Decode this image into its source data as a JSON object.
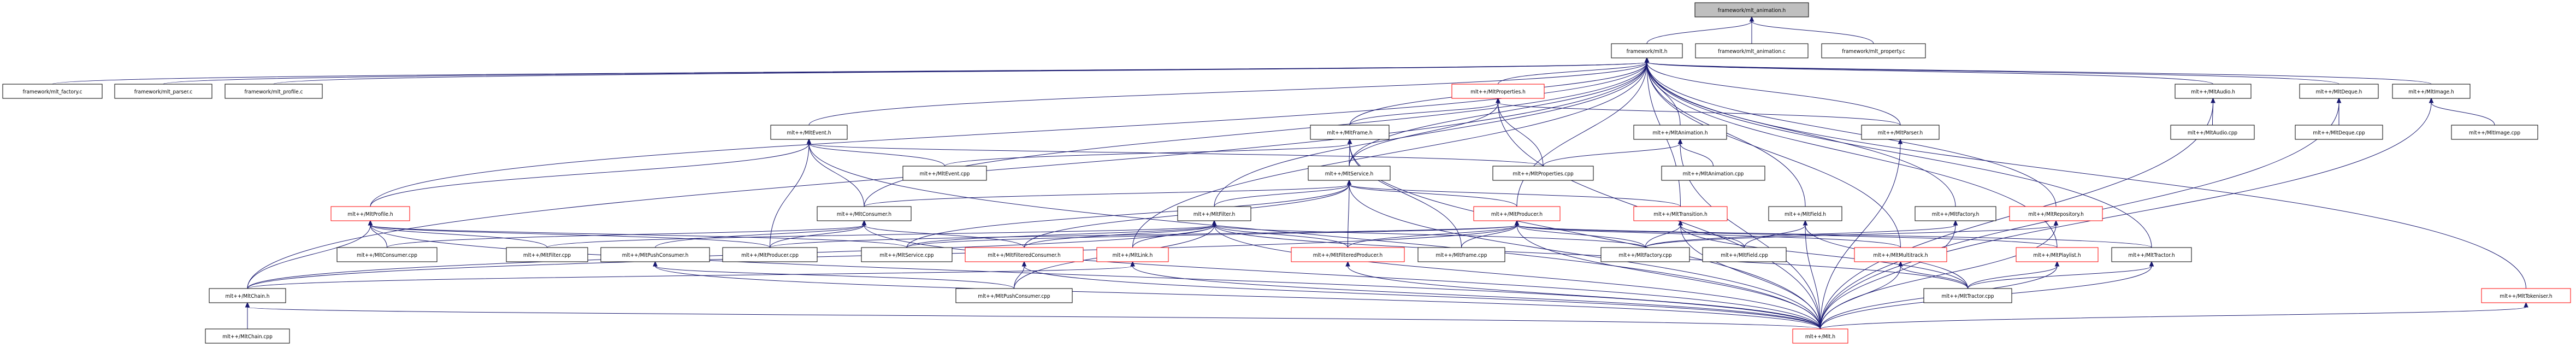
{
  "title": "Include dependency graph for framework/mlt_animation.h",
  "colors": {
    "edge": "#191970",
    "root_fill": "#bfbfbf",
    "node_fill": "#ffffff",
    "node_border": "#000000",
    "incomplete_border": "#ff0000"
  },
  "nodes": [
    {
      "id": "root",
      "label": "framework/mlt_animation.h",
      "style": "root"
    },
    {
      "id": "mlt_h",
      "label": "framework/mlt.h",
      "style": "normal"
    },
    {
      "id": "anim_c",
      "label": "framework/mlt_animation.c",
      "style": "normal"
    },
    {
      "id": "prop_c",
      "label": "framework/mlt_property.c",
      "style": "normal"
    },
    {
      "id": "factory_c",
      "label": "framework/mlt_factory.c",
      "style": "normal"
    },
    {
      "id": "parser_c",
      "label": "framework/mlt_parser.c",
      "style": "normal"
    },
    {
      "id": "profile_c",
      "label": "framework/mlt_profile.c",
      "style": "normal"
    },
    {
      "id": "MltProperties_h",
      "label": "mlt++/MltProperties.h",
      "style": "incomplete"
    },
    {
      "id": "MltAudio_h",
      "label": "mlt++/MltAudio.h",
      "style": "normal"
    },
    {
      "id": "MltDeque_h",
      "label": "mlt++/MltDeque.h",
      "style": "normal"
    },
    {
      "id": "MltImage_h",
      "label": "mlt++/MltImage.h",
      "style": "normal"
    },
    {
      "id": "MltEvent_h",
      "label": "mlt++/MltEvent.h",
      "style": "normal"
    },
    {
      "id": "MltFrame_h",
      "label": "mlt++/MltFrame.h",
      "style": "normal"
    },
    {
      "id": "MltAnimation_h",
      "label": "mlt++/MltAnimation.h",
      "style": "normal"
    },
    {
      "id": "MltParser_h",
      "label": "mlt++/MltParser.h",
      "style": "normal"
    },
    {
      "id": "MltAudio_cpp",
      "label": "mlt++/MltAudio.cpp",
      "style": "normal"
    },
    {
      "id": "MltDeque_cpp",
      "label": "mlt++/MltDeque.cpp",
      "style": "normal"
    },
    {
      "id": "MltImage_cpp",
      "label": "mlt++/MltImage.cpp",
      "style": "normal"
    },
    {
      "id": "MltEvent_cpp",
      "label": "mlt++/MltEvent.cpp",
      "style": "normal"
    },
    {
      "id": "MltService_h",
      "label": "mlt++/MltService.h",
      "style": "normal"
    },
    {
      "id": "MltProperties_cpp",
      "label": "mlt++/MltProperties.cpp",
      "style": "normal"
    },
    {
      "id": "MltAnimation_cpp",
      "label": "mlt++/MltAnimation.cpp",
      "style": "normal"
    },
    {
      "id": "MltProfile_h",
      "label": "mlt++/MltProfile.h",
      "style": "incomplete"
    },
    {
      "id": "MltConsumer_h",
      "label": "mlt++/MltConsumer.h",
      "style": "normal"
    },
    {
      "id": "MltFilter_h",
      "label": "mlt++/MltFilter.h",
      "style": "normal"
    },
    {
      "id": "MltProducer_h",
      "label": "mlt++/MltProducer.h",
      "style": "incomplete"
    },
    {
      "id": "MltTransition_h",
      "label": "mlt++/MltTransition.h",
      "style": "incomplete"
    },
    {
      "id": "MltField_h",
      "label": "mlt++/MltField.h",
      "style": "normal"
    },
    {
      "id": "MltFactory_h",
      "label": "mlt++/MltFactory.h",
      "style": "normal"
    },
    {
      "id": "MltRepository_h",
      "label": "mlt++/MltRepository.h",
      "style": "incomplete"
    },
    {
      "id": "MltConsumer_cpp",
      "label": "mlt++/MltConsumer.cpp",
      "style": "normal"
    },
    {
      "id": "MltFilter_cpp",
      "label": "mlt++/MltFilter.cpp",
      "style": "normal"
    },
    {
      "id": "MltPushConsumer_h",
      "label": "mlt++/MltPushConsumer.h",
      "style": "normal"
    },
    {
      "id": "MltProducer_cpp",
      "label": "mlt++/MltProducer.cpp",
      "style": "normal"
    },
    {
      "id": "MltService_cpp",
      "label": "mlt++/MltService.cpp",
      "style": "normal"
    },
    {
      "id": "MltFilteredConsumer_h",
      "label": "mlt++/MltFilteredConsumer.h",
      "style": "incomplete"
    },
    {
      "id": "MltLink_h",
      "label": "mlt++/MltLink.h",
      "style": "incomplete"
    },
    {
      "id": "MltFilteredProducer_h",
      "label": "mlt++/MltFilteredProducer.h",
      "style": "incomplete"
    },
    {
      "id": "MltFrame_cpp",
      "label": "mlt++/MltFrame.cpp",
      "style": "normal"
    },
    {
      "id": "MltFactory_cpp",
      "label": "mlt++/MltFactory.cpp",
      "style": "normal"
    },
    {
      "id": "MltField_cpp",
      "label": "mlt++/MltField.cpp",
      "style": "normal"
    },
    {
      "id": "MltMultitrack_h",
      "label": "mlt++/MltMultitrack.h",
      "style": "incomplete"
    },
    {
      "id": "MltPlaylist_h",
      "label": "mlt++/MltPlaylist.h",
      "style": "incomplete"
    },
    {
      "id": "MltTractor_h",
      "label": "mlt++/MltTractor.h",
      "style": "normal"
    },
    {
      "id": "MltChain_h",
      "label": "mlt++/MltChain.h",
      "style": "normal"
    },
    {
      "id": "MltPushConsumer_cpp",
      "label": "mlt++/MltPushConsumer.cpp",
      "style": "normal"
    },
    {
      "id": "MltTractor_cpp",
      "label": "mlt++/MltTractor.cpp",
      "style": "normal"
    },
    {
      "id": "MltTokeniser_h",
      "label": "mlt++/MltTokeniser.h",
      "style": "incomplete"
    },
    {
      "id": "MltChain_cpp",
      "label": "mlt++/MltChain.cpp",
      "style": "normal"
    },
    {
      "id": "Mlt_h",
      "label": "mlt++/Mlt.h",
      "style": "incomplete"
    }
  ],
  "edges": [
    [
      "mlt_h",
      "root"
    ],
    [
      "anim_c",
      "root"
    ],
    [
      "prop_c",
      "root"
    ],
    [
      "factory_c",
      "mlt_h"
    ],
    [
      "parser_c",
      "mlt_h"
    ],
    [
      "profile_c",
      "mlt_h"
    ],
    [
      "MltProperties_h",
      "mlt_h"
    ],
    [
      "MltAudio_h",
      "mlt_h"
    ],
    [
      "MltDeque_h",
      "mlt_h"
    ],
    [
      "MltImage_h",
      "mlt_h"
    ],
    [
      "MltEvent_h",
      "mlt_h"
    ],
    [
      "MltFrame_h",
      "mlt_h"
    ],
    [
      "MltAnimation_h",
      "mlt_h"
    ],
    [
      "MltParser_h",
      "mlt_h"
    ],
    [
      "MltService_h",
      "mlt_h"
    ],
    [
      "MltProfile_h",
      "mlt_h"
    ],
    [
      "MltConsumer_h",
      "mlt_h"
    ],
    [
      "MltFilter_h",
      "mlt_h"
    ],
    [
      "MltProducer_h",
      "mlt_h"
    ],
    [
      "MltTransition_h",
      "mlt_h"
    ],
    [
      "MltField_h",
      "mlt_h"
    ],
    [
      "MltFactory_h",
      "mlt_h"
    ],
    [
      "MltRepository_h",
      "mlt_h"
    ],
    [
      "MltLink_h",
      "mlt_h"
    ],
    [
      "MltMultitrack_h",
      "mlt_h"
    ],
    [
      "MltPlaylist_h",
      "mlt_h"
    ],
    [
      "MltTractor_h",
      "mlt_h"
    ],
    [
      "MltChain_h",
      "mlt_h"
    ],
    [
      "MltTokeniser_h",
      "mlt_h"
    ],
    [
      "MltFrame_h",
      "MltProperties_h"
    ],
    [
      "MltService_h",
      "MltProperties_h"
    ],
    [
      "MltProperties_cpp",
      "MltProperties_h"
    ],
    [
      "MltParser_h",
      "MltProperties_h"
    ],
    [
      "Mlt_h",
      "MltProperties_h"
    ],
    [
      "MltAudio_cpp",
      "MltAudio_h"
    ],
    [
      "Mlt_h",
      "MltAudio_h"
    ],
    [
      "MltDeque_cpp",
      "MltDeque_h"
    ],
    [
      "Mlt_h",
      "MltDeque_h"
    ],
    [
      "MltImage_cpp",
      "MltImage_h"
    ],
    [
      "Mlt_h",
      "MltImage_h"
    ],
    [
      "MltEvent_cpp",
      "MltEvent_h"
    ],
    [
      "MltProfile_h",
      "MltEvent_h"
    ],
    [
      "MltConsumer_h",
      "MltEvent_h"
    ],
    [
      "MltProperties_cpp",
      "MltEvent_h"
    ],
    [
      "MltProducer_cpp",
      "MltEvent_h"
    ],
    [
      "Mlt_h",
      "MltEvent_h"
    ],
    [
      "MltService_h",
      "MltFrame_h"
    ],
    [
      "MltEvent_cpp",
      "MltFrame_h"
    ],
    [
      "MltFrame_cpp",
      "MltFrame_h"
    ],
    [
      "Mlt_h",
      "MltFrame_h"
    ],
    [
      "MltProperties_cpp",
      "MltAnimation_h"
    ],
    [
      "MltAnimation_cpp",
      "MltAnimation_h"
    ],
    [
      "Mlt_h",
      "MltAnimation_h"
    ],
    [
      "Mlt_h",
      "MltParser_h"
    ],
    [
      "MltConsumer_h",
      "MltService_h"
    ],
    [
      "MltFilter_h",
      "MltService_h"
    ],
    [
      "MltProducer_h",
      "MltService_h"
    ],
    [
      "MltTransition_h",
      "MltService_h"
    ],
    [
      "MltService_cpp",
      "MltService_h"
    ],
    [
      "MltFilteredConsumer_h",
      "MltService_h"
    ],
    [
      "MltFilteredProducer_h",
      "MltService_h"
    ],
    [
      "Mlt_h",
      "MltService_h"
    ],
    [
      "MltConsumer_cpp",
      "MltProfile_h"
    ],
    [
      "MltFilter_cpp",
      "MltProfile_h"
    ],
    [
      "MltProducer_cpp",
      "MltProfile_h"
    ],
    [
      "MltChain_h",
      "MltProfile_h"
    ],
    [
      "Mlt_h",
      "MltProfile_h"
    ],
    [
      "MltService_cpp",
      "MltProfile_h"
    ],
    [
      "MltConsumer_cpp",
      "MltConsumer_h"
    ],
    [
      "MltPushConsumer_h",
      "MltConsumer_h"
    ],
    [
      "MltProducer_cpp",
      "MltConsumer_h"
    ],
    [
      "MltFilteredConsumer_h",
      "MltConsumer_h"
    ],
    [
      "Mlt_h",
      "MltConsumer_h"
    ],
    [
      "MltFilter_cpp",
      "MltFilter_h"
    ],
    [
      "MltFilteredConsumer_h",
      "MltFilter_h"
    ],
    [
      "MltLink_h",
      "MltFilter_h"
    ],
    [
      "MltFilteredProducer_h",
      "MltFilter_h"
    ],
    [
      "MltService_cpp",
      "MltFilter_h"
    ],
    [
      "MltFactory_cpp",
      "MltFilter_h"
    ],
    [
      "MltChain_h",
      "MltFilter_h"
    ],
    [
      "MltPushConsumer_cpp",
      "MltFilter_h"
    ],
    [
      "Mlt_h",
      "MltFilter_h"
    ],
    [
      "MltTractor_cpp",
      "MltFilter_h"
    ],
    [
      "MltFilteredProducer_h",
      "MltProducer_h"
    ],
    [
      "MltFrame_cpp",
      "MltProducer_h"
    ],
    [
      "MltFactory_cpp",
      "MltProducer_h"
    ],
    [
      "MltProducer_cpp",
      "MltProducer_h"
    ],
    [
      "MltChain_h",
      "MltProducer_h"
    ],
    [
      "MltMultitrack_h",
      "MltProducer_h"
    ],
    [
      "MltPlaylist_h",
      "MltProducer_h"
    ],
    [
      "MltTractor_h",
      "MltProducer_h"
    ],
    [
      "Mlt_h",
      "MltProducer_h"
    ],
    [
      "MltService_cpp",
      "MltProducer_h"
    ],
    [
      "MltFactory_cpp",
      "MltTransition_h"
    ],
    [
      "MltField_cpp",
      "MltTransition_h"
    ],
    [
      "MltTractor_cpp",
      "MltTransition_h"
    ],
    [
      "Mlt_h",
      "MltTransition_h"
    ],
    [
      "MltField_cpp",
      "MltField_h"
    ],
    [
      "MltTractor_cpp",
      "MltField_h"
    ],
    [
      "Mlt_h",
      "MltField_h"
    ],
    [
      "MltFactory_cpp",
      "MltFactory_h"
    ],
    [
      "Mlt_h",
      "MltFactory_h"
    ],
    [
      "MltFactory_cpp",
      "MltRepository_h"
    ],
    [
      "Mlt_h",
      "MltRepository_h"
    ],
    [
      "MltPushConsumer_cpp",
      "MltPushConsumer_h"
    ],
    [
      "Mlt_h",
      "MltPushConsumer_h"
    ],
    [
      "MltPushConsumer_cpp",
      "MltFilteredConsumer_h"
    ],
    [
      "Mlt_h",
      "MltFilteredConsumer_h"
    ],
    [
      "MltChain_h",
      "MltLink_h"
    ],
    [
      "Mlt_h",
      "MltLink_h"
    ],
    [
      "Mlt_h",
      "MltFilteredProducer_h"
    ],
    [
      "MltTractor_cpp",
      "MltMultitrack_h"
    ],
    [
      "Mlt_h",
      "MltMultitrack_h"
    ],
    [
      "MltTractor_cpp",
      "MltPlaylist_h"
    ],
    [
      "Mlt_h",
      "MltPlaylist_h"
    ],
    [
      "MltTractor_cpp",
      "MltTractor_h"
    ],
    [
      "Mlt_h",
      "MltTractor_h"
    ],
    [
      "MltChain_cpp",
      "MltChain_h"
    ],
    [
      "Mlt_h",
      "MltChain_h"
    ],
    [
      "Mlt_h",
      "MltTokeniser_h"
    ]
  ]
}
